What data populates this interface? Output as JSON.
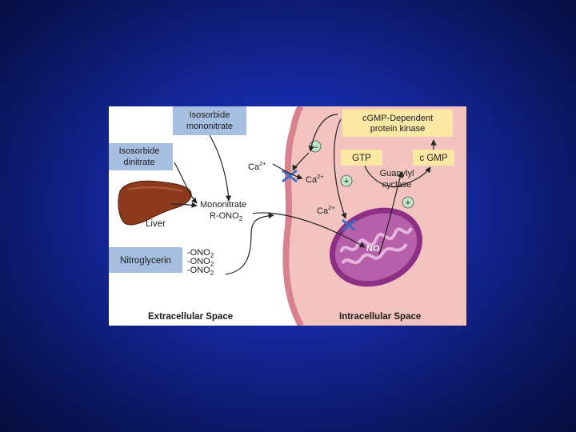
{
  "slide": {
    "background_color": "#0b1866"
  },
  "diagram": {
    "drugs": {
      "isosorbide_mononitrate": [
        "Isosorbide",
        "mononitrate"
      ],
      "isosorbide_dinitrate": [
        "Isosorbide",
        "dinitrate"
      ],
      "nitroglycerin": "Nitroglycerin"
    },
    "liver_label": "Liver",
    "mononitrate": [
      "Mononitrate",
      "R-ONO"
    ],
    "mononitrate_sub": "2",
    "ono_groups": [
      "-ONO",
      "-ONO",
      "-ONO"
    ],
    "ono_sub": "2",
    "calcium": {
      "base": "Ca",
      "sup": "2+"
    },
    "kinase": [
      "cGMP-Dependent",
      "protein kinase"
    ],
    "gtp": "GTP",
    "cgmp": "c GMP",
    "cyclase": [
      "Guanylyl",
      "cyclase"
    ],
    "no": "NO",
    "signs": {
      "minus": "–",
      "plus": "+"
    },
    "extracellular_label": "Extracellular Space",
    "intracellular_label": "Intracellular Space",
    "colors": {
      "drug_box": "#a6bfe0",
      "kinase_box": "#fbe8a4",
      "cell_interior": "#f3c4bf",
      "membrane": "#d7828e",
      "mitochondrion": "#8e2f86",
      "sign_circle": "#bfe3c8"
    }
  }
}
